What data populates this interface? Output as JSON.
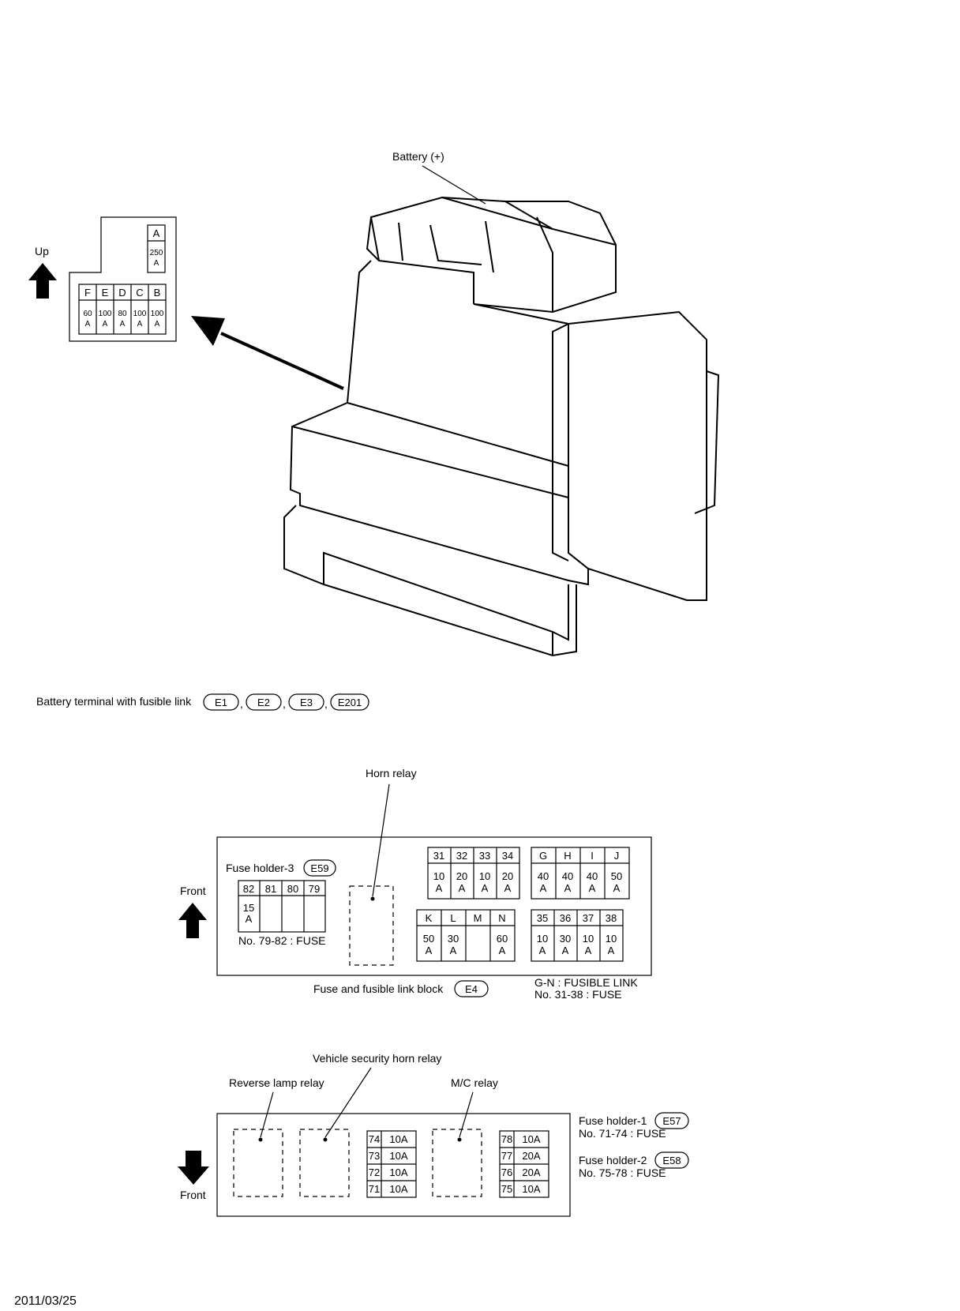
{
  "top": {
    "battery_label": "Battery (+)",
    "up_label": "Up",
    "fusible_A": {
      "letter": "A",
      "rating_top": "250",
      "rating_bottom": "A"
    },
    "fusible_row": [
      {
        "letter": "F",
        "top": "60",
        "bottom": "A"
      },
      {
        "letter": "E",
        "top": "100",
        "bottom": "A"
      },
      {
        "letter": "D",
        "top": "80",
        "bottom": "A"
      },
      {
        "letter": "C",
        "top": "100",
        "bottom": "A"
      },
      {
        "letter": "B",
        "top": "100",
        "bottom": "A"
      }
    ],
    "caption": "Battery terminal with fusible link",
    "connectors": [
      "E1",
      "E2",
      "E3",
      "E201"
    ],
    "separators": [
      ",",
      ",",
      ","
    ]
  },
  "middle": {
    "horn_relay_label": "Horn relay",
    "front_label": "Front",
    "fuse_holder_3": {
      "label": "Fuse holder-3",
      "connector": "E59",
      "numbers": [
        "82",
        "81",
        "80",
        "79"
      ],
      "rating_top": "15",
      "rating_bottom": "A",
      "note": "No. 79-82 : FUSE"
    },
    "fuses_31_34": {
      "numbers": [
        "31",
        "32",
        "33",
        "34"
      ],
      "ratings": [
        "10",
        "20",
        "10",
        "20"
      ],
      "unit": "A"
    },
    "links_G_J": {
      "letters": [
        "G",
        "H",
        "I",
        "J"
      ],
      "ratings": [
        "40",
        "40",
        "40",
        "50"
      ],
      "unit": "A"
    },
    "links_K_N": {
      "letters": [
        "K",
        "L",
        "M",
        "N"
      ],
      "ratings": [
        "50",
        "30",
        "",
        "60"
      ],
      "units": [
        "A",
        "A",
        "",
        "A"
      ]
    },
    "fuses_35_38": {
      "numbers": [
        "35",
        "36",
        "37",
        "38"
      ],
      "ratings": [
        "10",
        "30",
        "10",
        "10"
      ],
      "unit": "A"
    },
    "block_label": "Fuse and fusible link block",
    "block_connector": "E4",
    "note_1": "G-N : FUSIBLE LINK",
    "note_2": "No. 31-38 : FUSE"
  },
  "bottom": {
    "vsh_relay_label": "Vehicle security horn relay",
    "reverse_relay_label": "Reverse lamp relay",
    "mc_relay_label": "M/C relay",
    "front_label": "Front",
    "holder_1": {
      "numbers": [
        "74",
        "73",
        "72",
        "71"
      ],
      "ratings": [
        "10A",
        "10A",
        "10A",
        "10A"
      ]
    },
    "holder_2": {
      "numbers": [
        "78",
        "77",
        "76",
        "75"
      ],
      "ratings": [
        "10A",
        "20A",
        "20A",
        "10A"
      ]
    },
    "fuse_holder_1_label": "Fuse holder-1",
    "fuse_holder_1_connector": "E57",
    "fuse_holder_1_note": "No. 71-74 : FUSE",
    "fuse_holder_2_label": "Fuse holder-2",
    "fuse_holder_2_connector": "E58",
    "fuse_holder_2_note": "No. 75-78 : FUSE"
  },
  "footer": {
    "date": "2011/03/25"
  }
}
